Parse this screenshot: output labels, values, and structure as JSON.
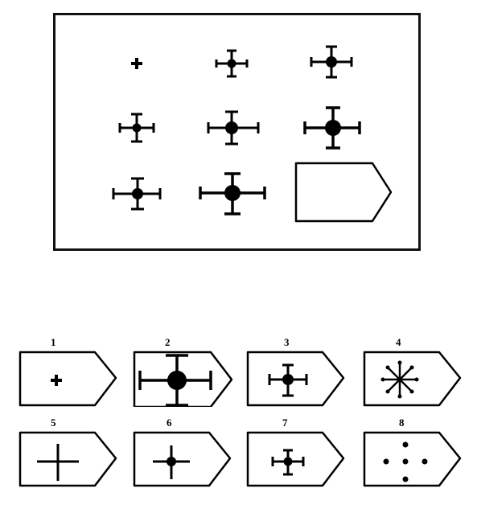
{
  "puzzle": {
    "matrix": {
      "rows": [
        [
          {
            "size": 1,
            "dot": false
          },
          {
            "size": 2,
            "dot": true
          },
          {
            "size": 3,
            "dot": true
          }
        ],
        [
          {
            "size": 2,
            "dot": true
          },
          {
            "size": 3,
            "dot": true
          },
          {
            "size": 4,
            "dot": true
          }
        ],
        [
          {
            "size": 3,
            "dot": true
          },
          {
            "size": 4,
            "dot": true
          },
          {
            "blank": true
          }
        ]
      ]
    },
    "options": [
      {
        "number": "1",
        "figure": "small-plus"
      },
      {
        "number": "2",
        "figure": "large-capped-cross"
      },
      {
        "number": "3",
        "figure": "medium-capped-cross"
      },
      {
        "number": "4",
        "figure": "asterisk-star"
      },
      {
        "number": "5",
        "figure": "plain-cross"
      },
      {
        "number": "6",
        "figure": "cross-with-dot"
      },
      {
        "number": "7",
        "figure": "small-capped-cross"
      },
      {
        "number": "8",
        "figure": "dots-cross"
      }
    ]
  }
}
